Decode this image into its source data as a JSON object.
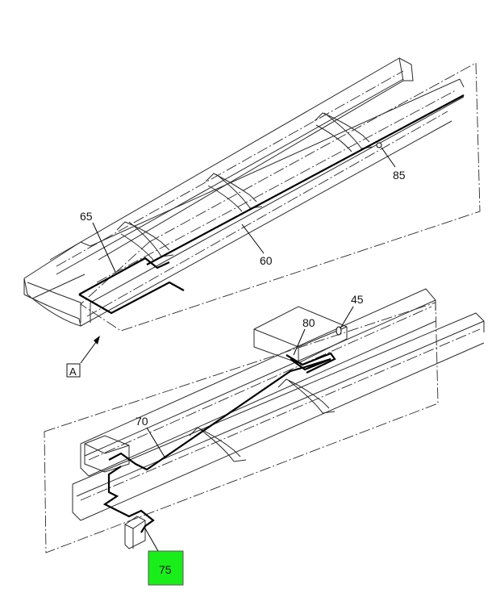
{
  "callouts": {
    "c85": "85",
    "c65": "65",
    "c60": "60",
    "c45": "45",
    "c80": "80",
    "c70": "70",
    "c75": "75"
  },
  "view_label": "A",
  "colors": {
    "highlight": "#1aee1a",
    "line": "#2a2a2a"
  }
}
